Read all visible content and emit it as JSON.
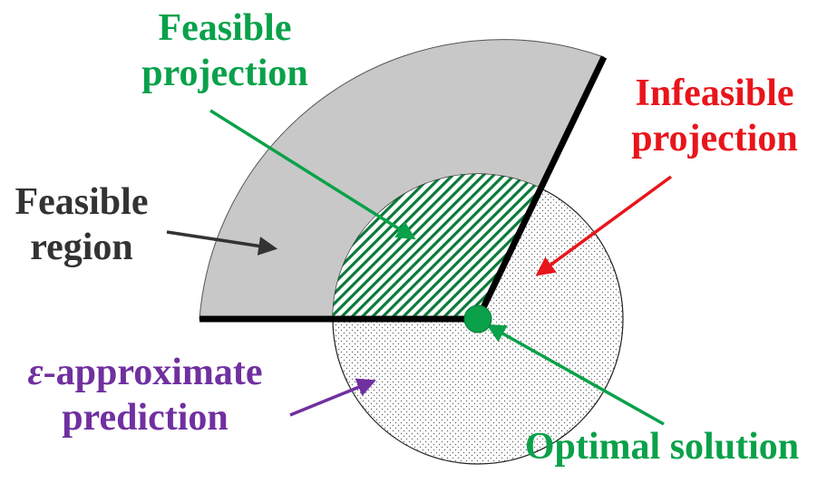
{
  "labels": {
    "feasible_projection": [
      "Feasible",
      "projection"
    ],
    "infeasible_projection": [
      "Infeasible",
      "projection"
    ],
    "feasible_region": [
      "Feasible",
      "region"
    ],
    "epsilon_prediction": {
      "symbol": "ε",
      "line1_rest": "-approximate",
      "line2": "prediction"
    },
    "optimal_solution": "Optimal solution"
  },
  "colors": {
    "green": "#0aa14a",
    "red": "#e8151b",
    "dark": "#333333",
    "purple": "#7030a0",
    "gray_region": "#c8c8c8",
    "boundary": "#000000"
  }
}
